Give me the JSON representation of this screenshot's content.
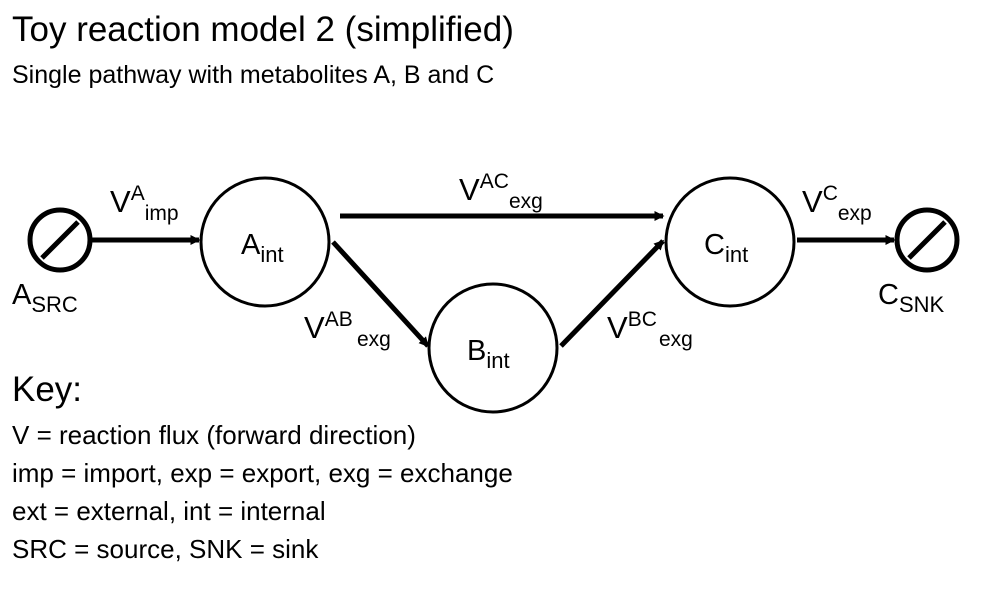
{
  "title": "Toy reaction model 2 (simplified)",
  "subtitle": "Single pathway with metabolites A, B and C",
  "nodes": {
    "a_src": {
      "base": "A",
      "sub": "SRC"
    },
    "a_int": {
      "base": "A",
      "sub": "int"
    },
    "b_int": {
      "base": "B",
      "sub": "int"
    },
    "c_int": {
      "base": "C",
      "sub": "int"
    },
    "c_snk": {
      "base": "C",
      "sub": "SNK"
    }
  },
  "fluxes": {
    "v_imp": {
      "base": "V",
      "sup": "A",
      "sub": "imp"
    },
    "v_ac": {
      "base": "V",
      "sup": "AC",
      "sub": "exg"
    },
    "v_ab": {
      "base": "V",
      "sup": "AB",
      "sub": "exg"
    },
    "v_bc": {
      "base": "V",
      "sup": "BC",
      "sub": "exg"
    },
    "v_exp": {
      "base": "V",
      "sup": "C",
      "sub": "exp"
    }
  },
  "key": {
    "title": "Key:",
    "lines": [
      "V = reaction flux (forward direction)",
      "imp = import, exp = export, exg = exchange",
      "ext = external, int = internal",
      "SRC = source, SNK = sink"
    ]
  },
  "colors": {
    "stroke": "#000000",
    "background": "#ffffff"
  }
}
